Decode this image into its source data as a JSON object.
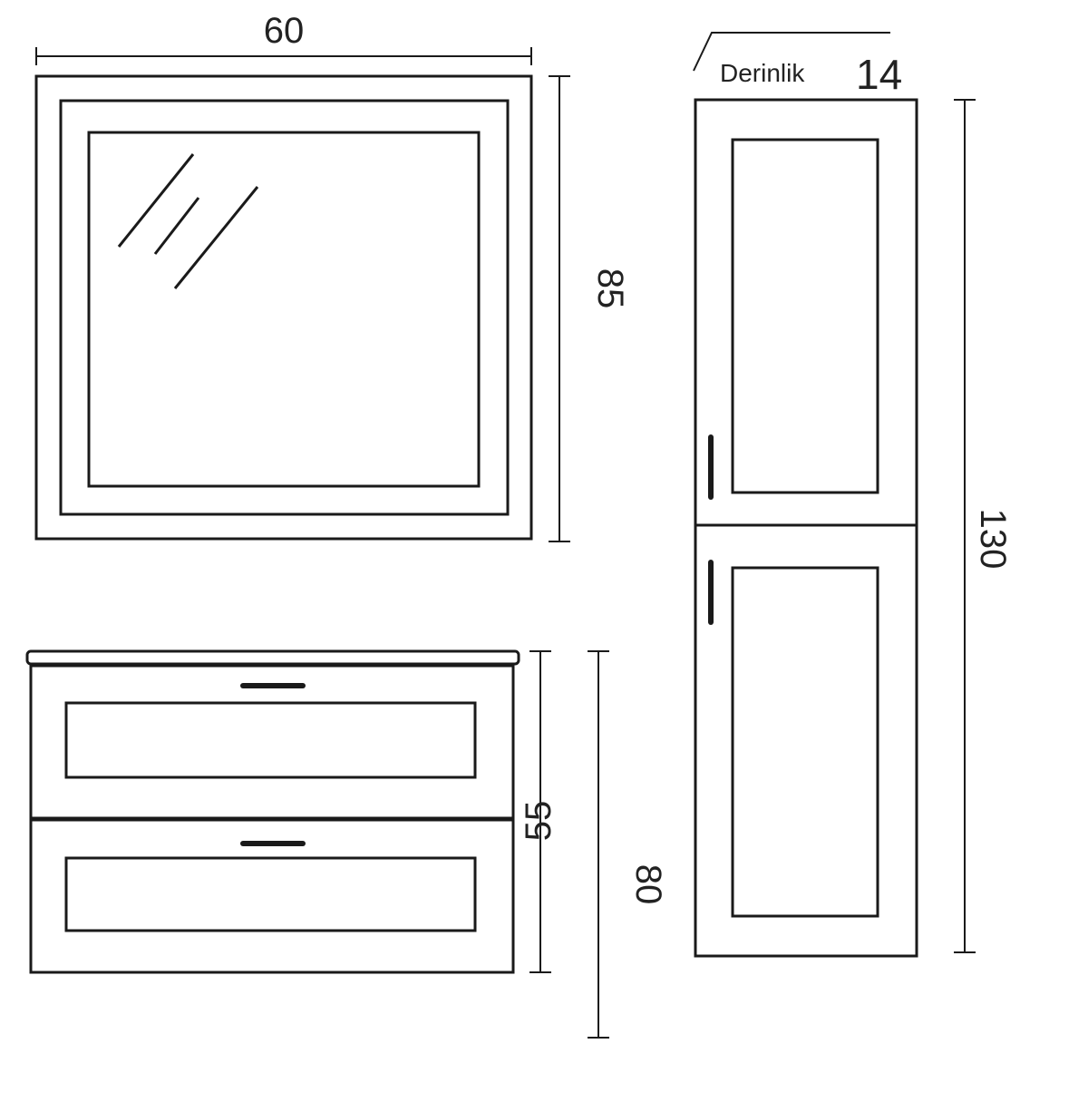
{
  "dimensions": {
    "mirror_width": "60",
    "mirror_height": "85",
    "vanity_body_height": "55",
    "vanity_total_height": "80",
    "tall_cabinet_height": "130"
  },
  "depth": {
    "label": "Derinlik",
    "value": "14"
  },
  "colors": {
    "line": "#1a1a1a",
    "background": "#ffffff"
  }
}
